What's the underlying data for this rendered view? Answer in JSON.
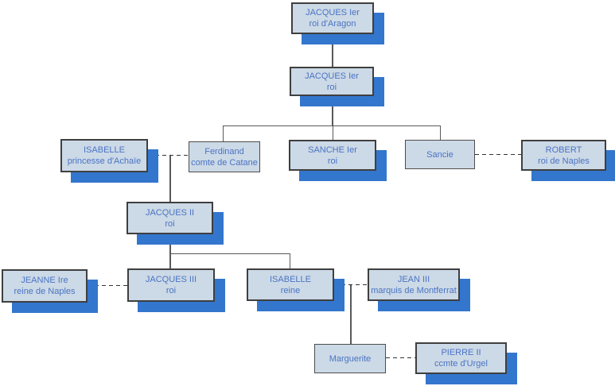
{
  "diagram": {
    "type": "family-tree",
    "subject": "Genealogy of the kings of Aragon / Majorca (French labels)",
    "colors": {
      "node_fill": "#ccd9e6",
      "node_border_strong": "#3f3f3f",
      "node_border_light": "#4d4d4d",
      "node_shadow": "#3376cd",
      "text": "#4a74c4",
      "solid_line": "#595959",
      "dashed_line": "#333333",
      "background": "#ffffff"
    },
    "nodes": [
      {
        "id": "jacques-ier-aragon",
        "name": "JACQUES Ier",
        "title": "roi d'Aragon",
        "emphasized": true
      },
      {
        "id": "jacques-ier-roi",
        "name": "JACQUES Ier",
        "title": "roi",
        "emphasized": true
      },
      {
        "id": "isabelle-achaie",
        "name": "ISABELLE",
        "title": "princesse d'Achaïe",
        "emphasized": true
      },
      {
        "id": "ferdinand",
        "name": "Ferdinand",
        "title": "comte de Catane",
        "emphasized": false
      },
      {
        "id": "sanche-ier",
        "name": "SANCHE Ier",
        "title": "roi",
        "emphasized": true
      },
      {
        "id": "sancie",
        "name": "Sancie",
        "title": "",
        "emphasized": false
      },
      {
        "id": "robert",
        "name": "ROBERT",
        "title": "roi de Naples",
        "emphasized": true
      },
      {
        "id": "jacques-ii",
        "name": "JACQUES II",
        "title": "roi",
        "emphasized": true
      },
      {
        "id": "jeanne-ire",
        "name": "JEANNE Ire",
        "title": "reine de Naples",
        "emphasized": true
      },
      {
        "id": "jacques-iii",
        "name": "JACQUES III",
        "title": "roi",
        "emphasized": true
      },
      {
        "id": "isabelle-reine",
        "name": "ISABELLE",
        "title": "reine",
        "emphasized": true
      },
      {
        "id": "jean-iii",
        "name": "JEAN III",
        "title": "marquis de Montferrat",
        "emphasized": true
      },
      {
        "id": "marguerite",
        "name": "Marguerite",
        "title": "",
        "emphasized": false
      },
      {
        "id": "pierre-ii",
        "name": "PIERRE II",
        "title": "ccmte d'Urgel",
        "emphasized": true
      }
    ],
    "edges": [
      {
        "from": "jacques-ier-aragon",
        "to": "jacques-ier-roi",
        "type": "descent"
      },
      {
        "from": "jacques-ier-roi",
        "to": "ferdinand",
        "type": "descent"
      },
      {
        "from": "jacques-ier-roi",
        "to": "sanche-ier",
        "type": "descent"
      },
      {
        "from": "jacques-ier-roi",
        "to": "sancie",
        "type": "descent"
      },
      {
        "from": "isabelle-achaie",
        "to": "ferdinand",
        "type": "marriage"
      },
      {
        "from": "sancie",
        "to": "robert",
        "type": "marriage"
      },
      {
        "from": "isabelle-achaie + ferdinand",
        "to": "jacques-ii",
        "type": "descent"
      },
      {
        "from": "jacques-ii",
        "to": "jacques-iii",
        "type": "descent"
      },
      {
        "from": "jacques-ii",
        "to": "isabelle-reine",
        "type": "descent"
      },
      {
        "from": "jeanne-ire",
        "to": "jacques-iii",
        "type": "marriage"
      },
      {
        "from": "isabelle-reine",
        "to": "jean-iii",
        "type": "marriage"
      },
      {
        "from": "isabelle-reine + jean-iii",
        "to": "marguerite",
        "type": "descent"
      },
      {
        "from": "marguerite",
        "to": "pierre-ii",
        "type": "marriage"
      }
    ]
  }
}
